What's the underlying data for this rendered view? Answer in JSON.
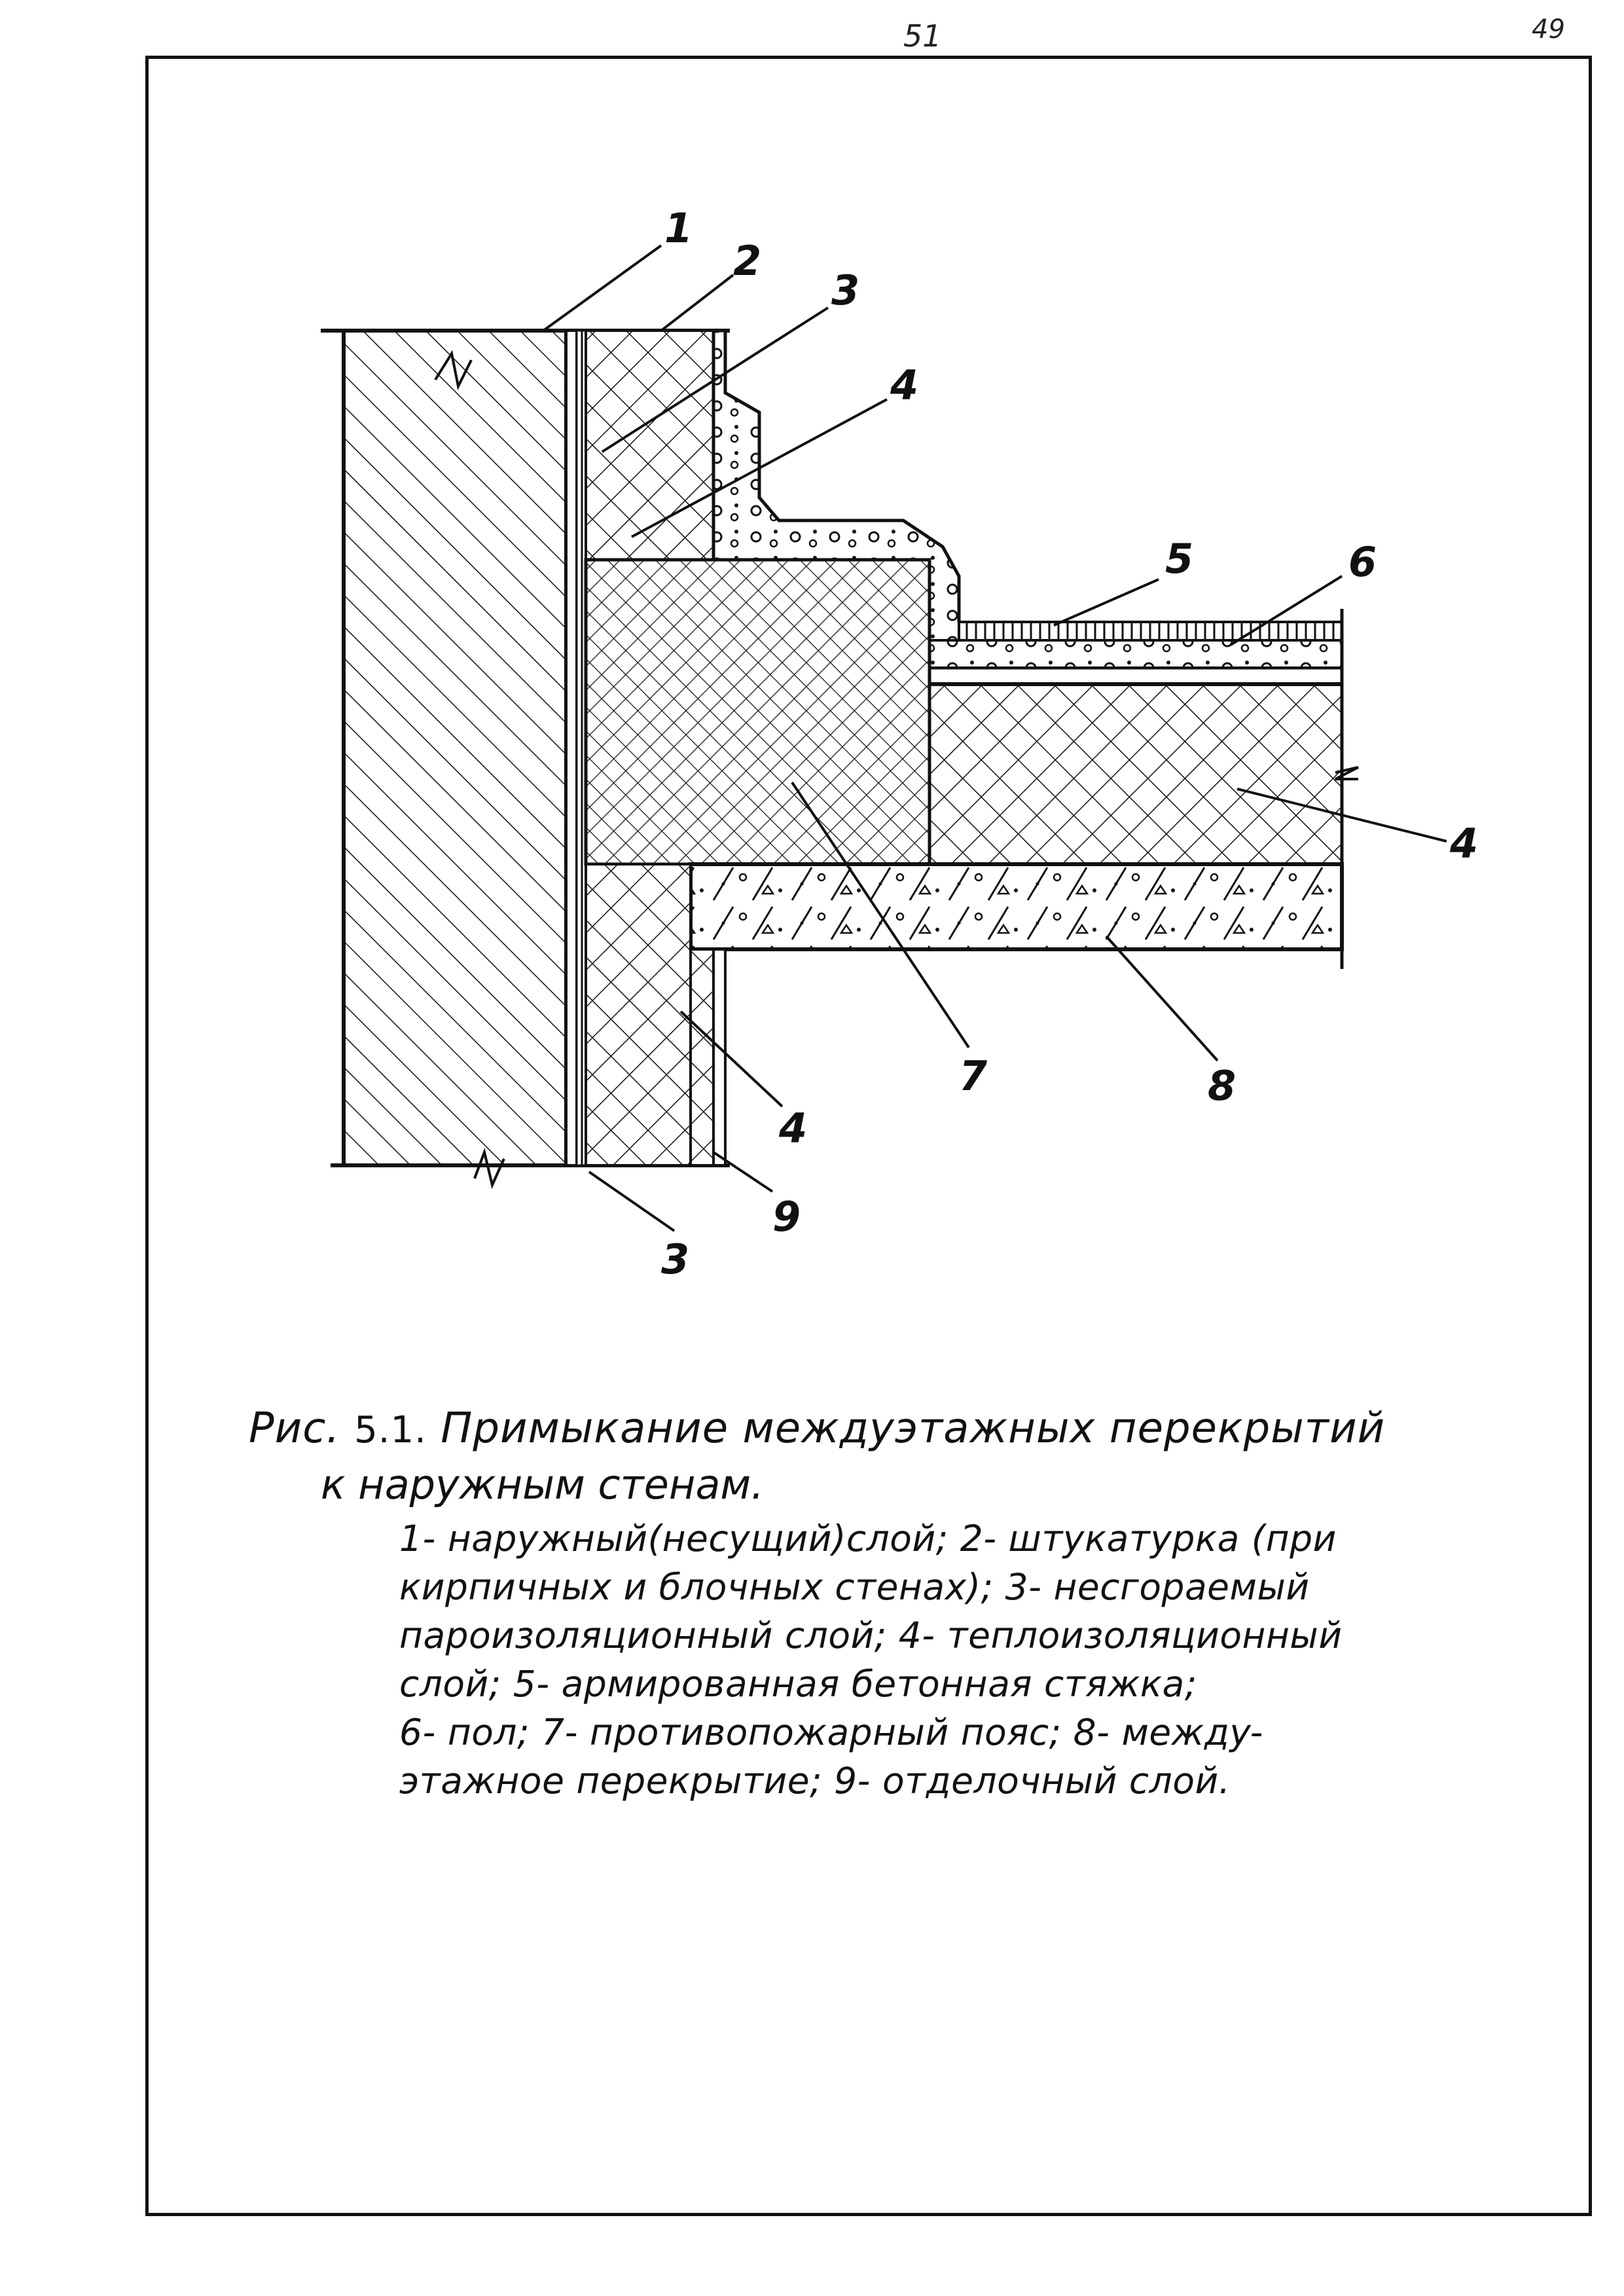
{
  "page": {
    "number_left": "51",
    "number_right": "49"
  },
  "drawing": {
    "callouts": [
      {
        "id": "c1a",
        "text": "1"
      },
      {
        "id": "c2",
        "text": "2"
      },
      {
        "id": "c3a",
        "text": "3"
      },
      {
        "id": "c4a",
        "text": "4"
      },
      {
        "id": "c5",
        "text": "5"
      },
      {
        "id": "c6",
        "text": "6"
      },
      {
        "id": "c4b",
        "text": "4"
      },
      {
        "id": "c7",
        "text": "7"
      },
      {
        "id": "c8",
        "text": "8"
      },
      {
        "id": "c4c",
        "text": "4"
      },
      {
        "id": "c9",
        "text": "9"
      },
      {
        "id": "c3b",
        "text": "3"
      }
    ]
  },
  "caption": {
    "prefix": "Рис.",
    "figure_number": "5.1.",
    "title_line1": "Примыкание междуэтажных перекрытий",
    "title_line2": "к наружным стенам.",
    "legend": [
      "1- наружный(несущий)слой; 2- штукатурка (при",
      "кирпичных и блочных стенах); 3- несгораемый",
      "пароизоляционный слой; 4- теплоизоляционный",
      "слой; 5- армированная бетонная стяжка;",
      "6- пол; 7- противопожарный пояс; 8- междy-",
      "этажное перекрытие; 9- отделочный слой."
    ]
  }
}
